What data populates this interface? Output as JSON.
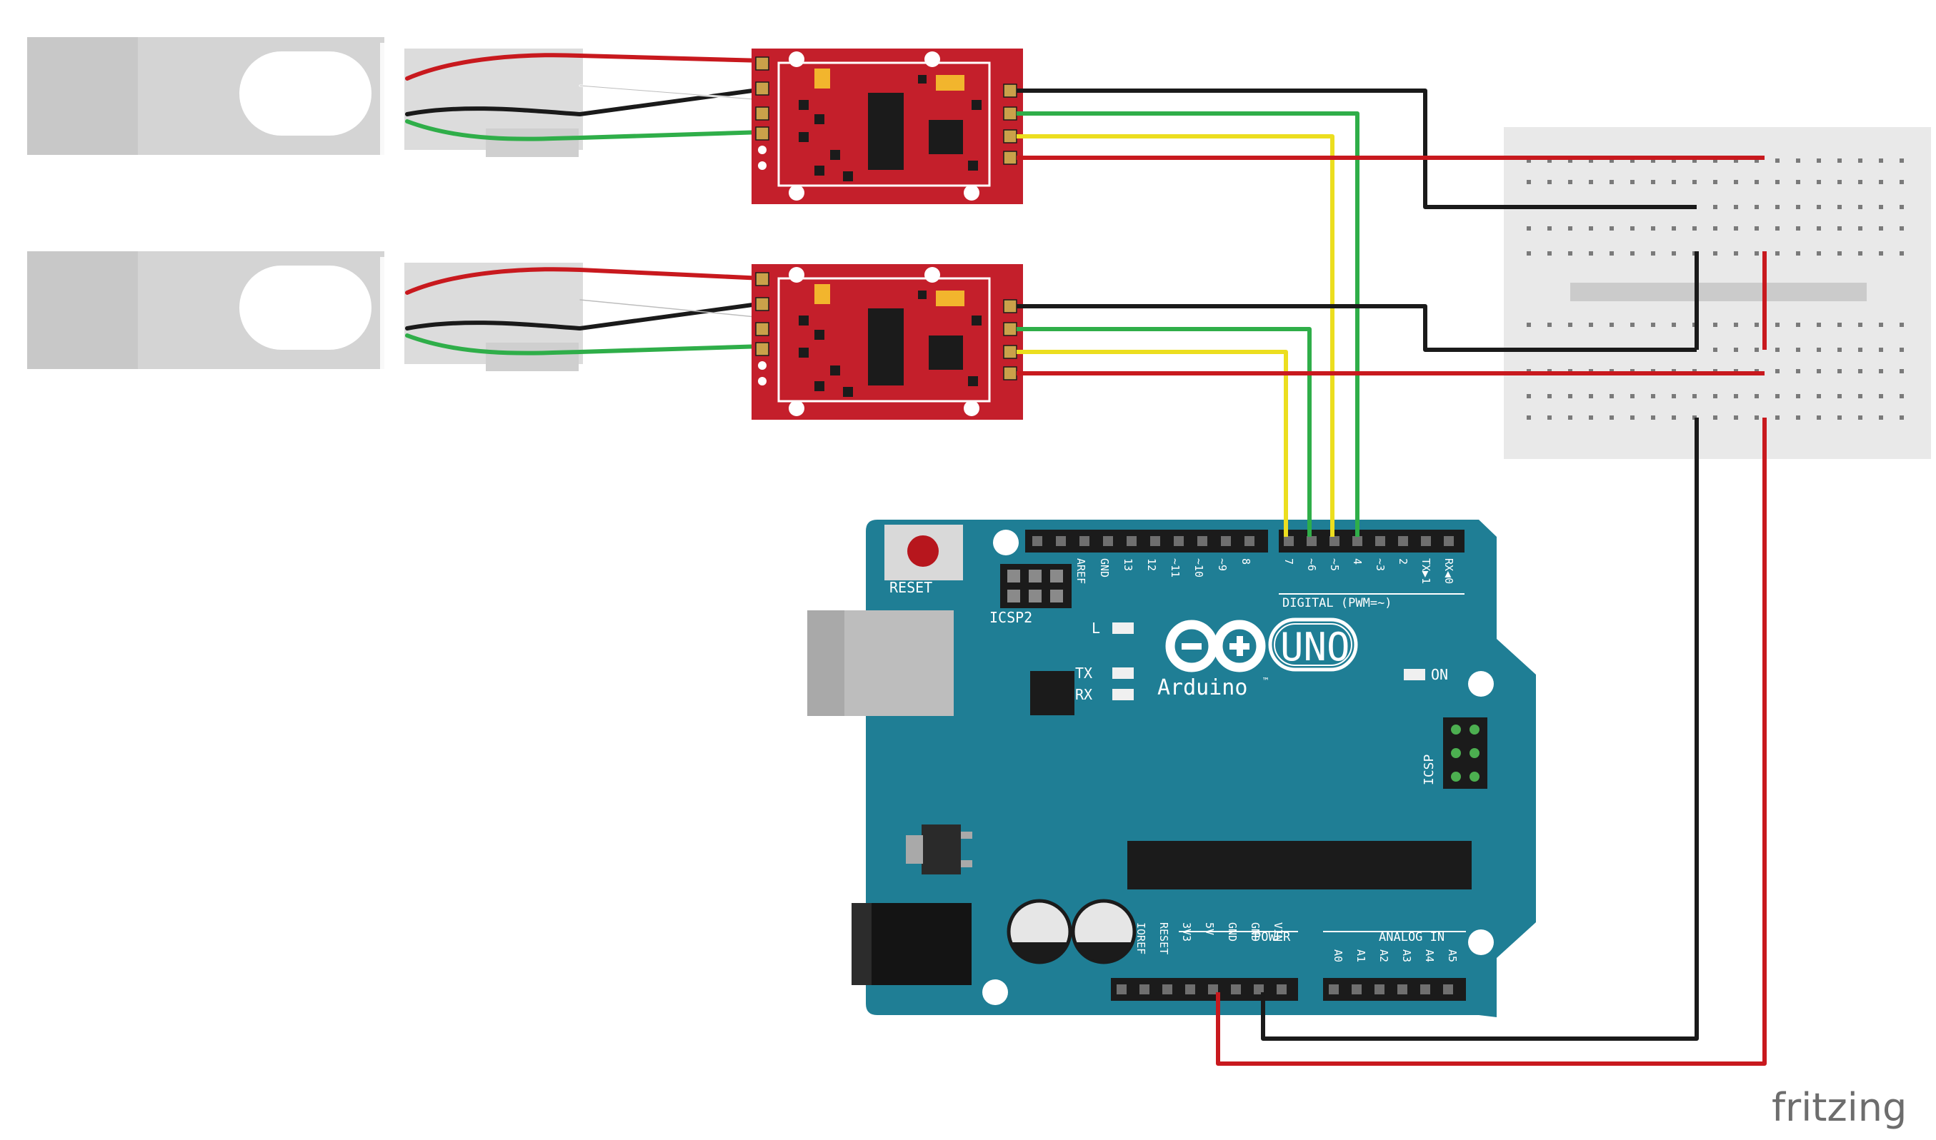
{
  "app": {
    "watermark": "fritzing"
  },
  "arduino": {
    "reset_label": "RESET",
    "icsp2_label": "ICSP2",
    "icsp_label": "ICSP",
    "l_label": "L",
    "tx_label": "TX",
    "rx_label": "RX",
    "on_label": "ON",
    "logo_text": "Arduino",
    "logo_tm": "™",
    "model": "UNO",
    "digital_label": "DIGITAL (PWM=~)",
    "power_label": "POWER",
    "analog_label": "ANALOG IN",
    "digital_pins": [
      "AREF",
      "GND",
      "13",
      "12",
      "~11",
      "~10",
      "~9",
      "8",
      "7",
      "~6",
      "~5",
      "4",
      "~3",
      "2",
      "TX▶1",
      "RX◀0"
    ],
    "power_pins": [
      "IOREF",
      "RESET",
      "3V3",
      "5V",
      "GND",
      "GND",
      "VIN"
    ],
    "analog_pins": [
      "A0",
      "A1",
      "A2",
      "A3",
      "A4",
      "A5"
    ]
  },
  "colors": {
    "wire_red": "#c8191e",
    "wire_black": "#1a1a1a",
    "wire_green": "#2fae49",
    "wire_yellow": "#ecde1f",
    "board_teal": "#1f7e95",
    "hx711_red": "#c41f2b",
    "breadboard": "#e9e9e9",
    "load_cell": "#cfcfcf"
  },
  "components": {
    "load_cells": 2,
    "hx711_modules": 2,
    "breadboard": "mini"
  }
}
